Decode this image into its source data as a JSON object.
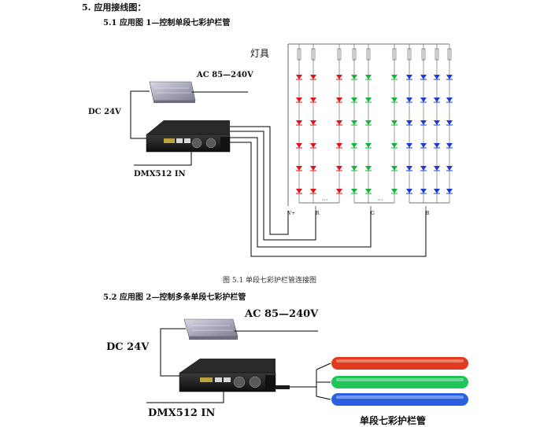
{
  "section_title": "5. 应用接线图：",
  "diagram1": {
    "heading": "5.1  应用图 1—控制单段七彩护栏管",
    "lamp_label": "灯具",
    "ac_label": "AC   85—240V",
    "dc_label": "DC  24V",
    "dmx_label": "DMX512  IN",
    "channel_labels": [
      "V+",
      "R",
      "G",
      "B"
    ],
    "caption": "图 5.1    单段七彩护栏管连接图",
    "led_colors": {
      "red": "#e0141e",
      "green": "#14b43c",
      "blue": "#1e3ccd"
    },
    "led_column_colors": [
      "red",
      "red",
      "red",
      "green",
      "green",
      "green",
      "blue",
      "blue",
      "blue",
      "blue"
    ],
    "led_rows": 6
  },
  "diagram2": {
    "heading": "5.2  应用图 2—控制多条单段七彩护栏管",
    "ac_label": "AC   85—240V",
    "dc_label": "DC  24V",
    "dmx_label": "DMX512  IN",
    "tube_label": "单段七彩护栏管",
    "tube_colors": [
      "#e23a1c",
      "#1fc45a",
      "#2a5fe0"
    ]
  }
}
